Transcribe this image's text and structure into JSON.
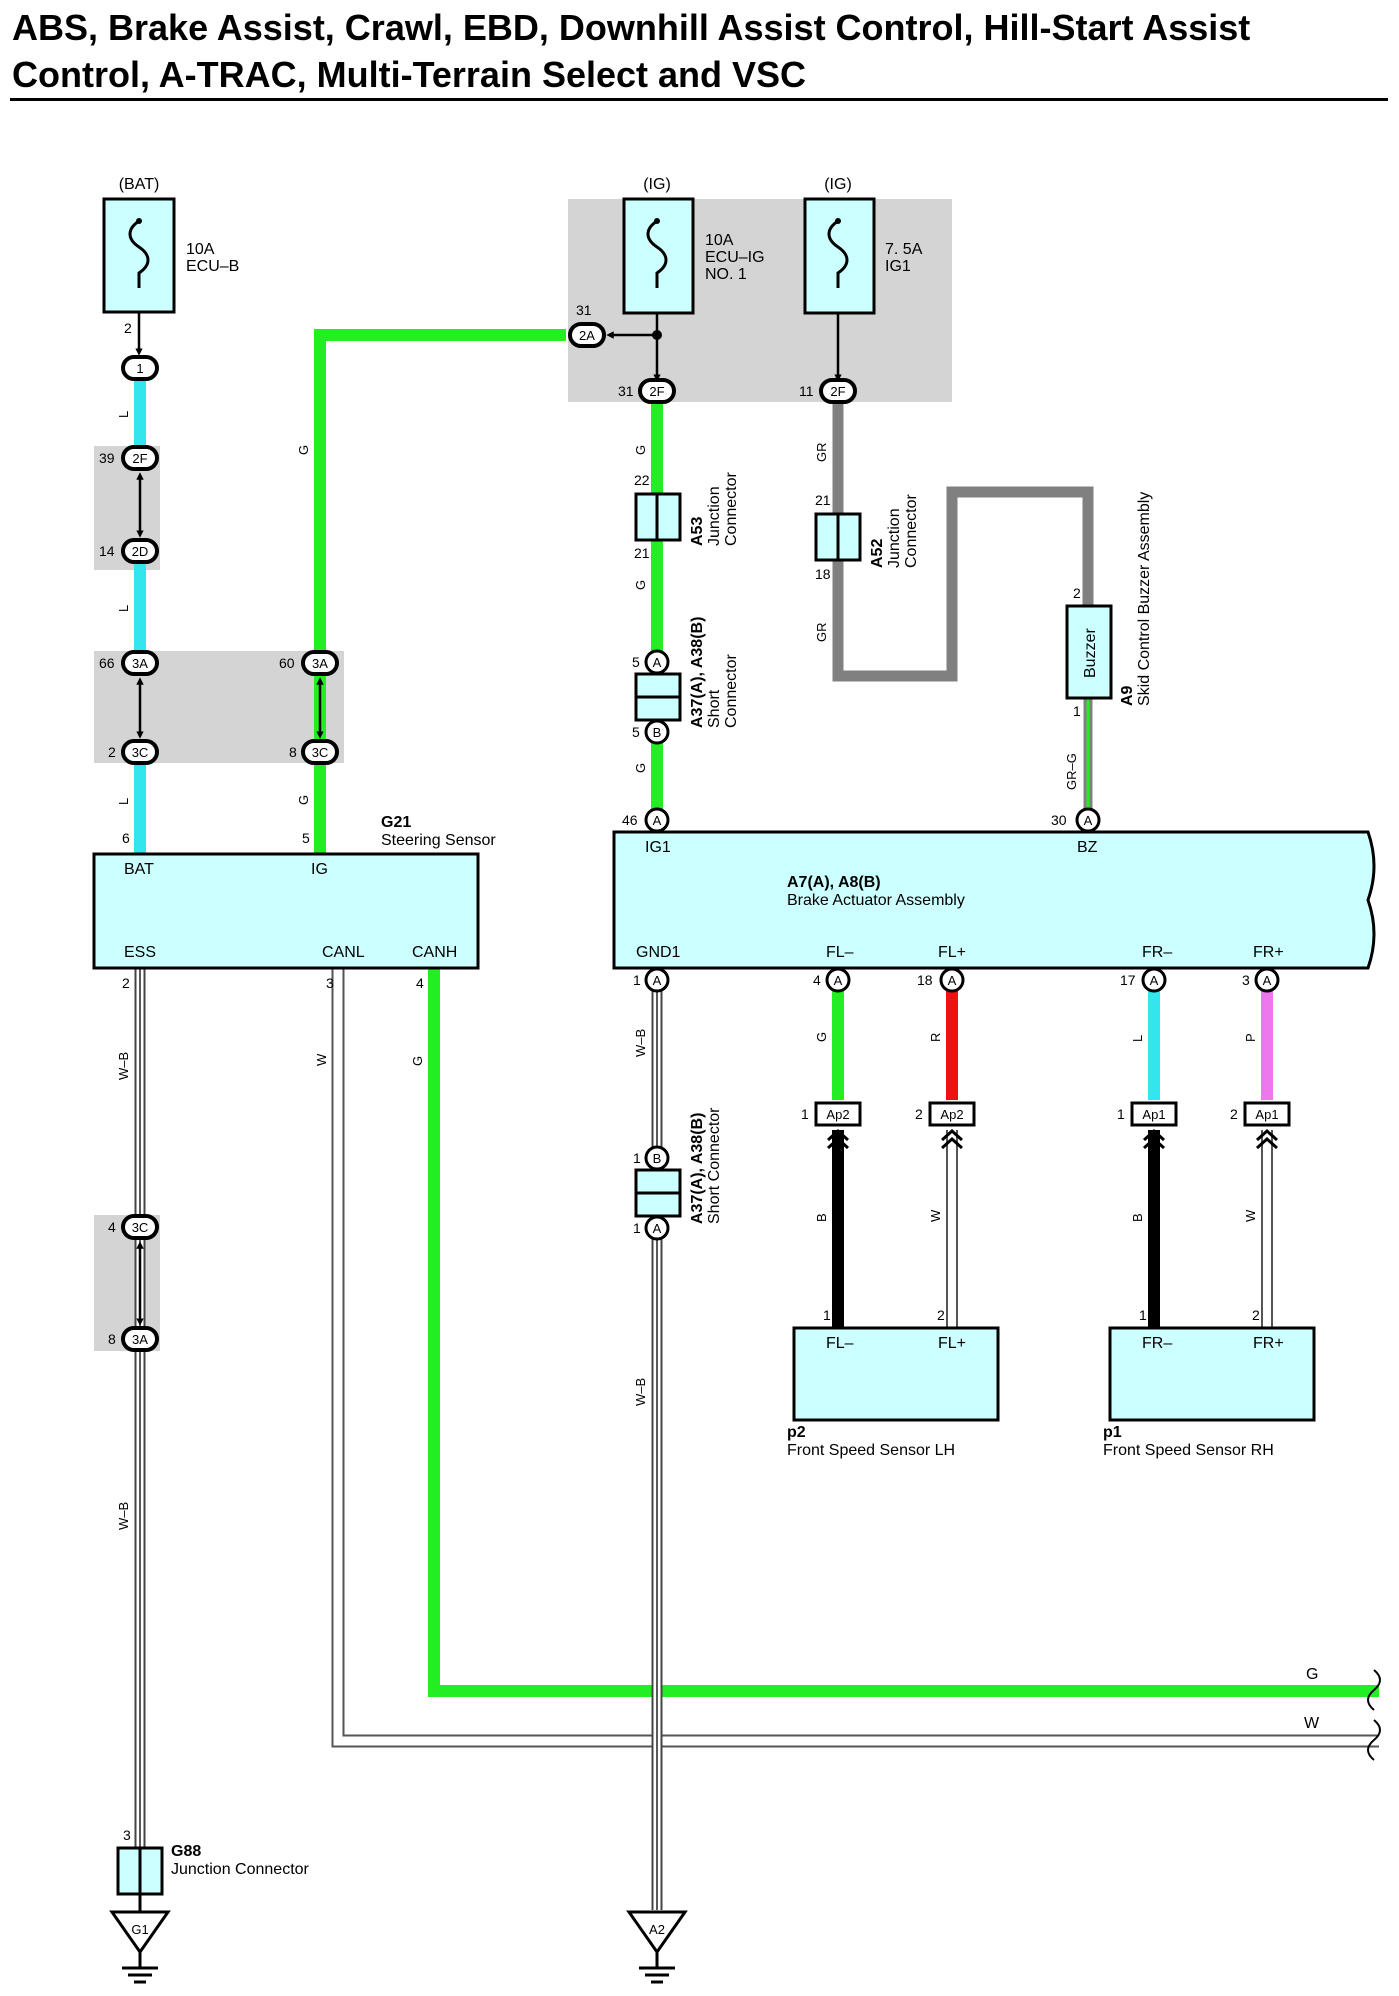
{
  "title": {
    "line1": "ABS, Brake Assist, Crawl, EBD, Downhill Assist Control, Hill-Start Assist",
    "line2": "Control, A-TRAC, Multi-Terrain Select and VSC"
  },
  "colors": {
    "component_fill": "#ccffff",
    "junction_block": "#d4d4d4",
    "wire_L": "#33e6ee",
    "wire_G": "#22ee22",
    "wire_GR": "#808080",
    "wire_R": "#ee1111",
    "wire_P": "#ee77ee",
    "wire_B": "#000000",
    "wire_W": "#ffffff",
    "wire_WB": "#ffffff"
  },
  "power_sources": {
    "bat": "(BAT)",
    "ig1": "(IG)",
    "ig2": "(IG)"
  },
  "fuses": {
    "ecu_b": {
      "rating": "10A",
      "name": "ECU–B"
    },
    "ecu_ig": {
      "rating": "10A",
      "name": "ECU–IG",
      "name2": "NO. 1"
    },
    "ig1": {
      "rating": "7. 5A",
      "name": "IG1"
    }
  },
  "connectors": {
    "c1": "1",
    "c2F": "2F",
    "c2D": "2D",
    "c3A": "3A",
    "c3C": "3C",
    "c2A": "2A",
    "cA": "A",
    "cB": "B",
    "ap1": "Ap1",
    "ap2": "Ap2",
    "g1": "G1",
    "a2": "A2"
  },
  "pins": {
    "p2": "2",
    "p39": "39",
    "p14": "14",
    "p66": "66",
    "p2b": "2",
    "p60": "60",
    "p8": "8",
    "p6": "6",
    "p5": "5",
    "p31a": "31",
    "p31b": "31",
    "p11": "11",
    "p22": "22",
    "p21": "21",
    "p21b": "21",
    "p18": "18",
    "p5a": "5",
    "p5b": "5",
    "p46": "46",
    "p2c": "2",
    "p1c": "1",
    "p30": "30",
    "ess": "2",
    "canl": "3",
    "canh": "4",
    "gnd1": "1",
    "flm": "4",
    "flp": "18",
    "frm": "17",
    "frp": "3",
    "ap2_1": "1",
    "ap2_2": "2",
    "ap1_1": "1",
    "ap1_2": "2",
    "p2_1": "1",
    "p2_2": "2",
    "p1_1": "1",
    "p1_2": "2",
    "sc_1": "1",
    "sc_1b": "1",
    "c4": "4",
    "c8": "8",
    "g88_3": "3"
  },
  "wire_labels": {
    "L": "L",
    "G": "G",
    "GR": "GR",
    "GRG": "GR–G",
    "WB": "W–B",
    "W": "W",
    "R": "R",
    "P": "P",
    "B": "B"
  },
  "components": {
    "g21": {
      "code": "G21",
      "name": "Steering Sensor",
      "bat": "BAT",
      "ig": "IG",
      "ess": "ESS",
      "canl": "CANL",
      "canh": "CANH"
    },
    "a7": {
      "code": "A7(A), A8(B)",
      "name": "Brake Actuator Assembly",
      "ig1": "IG1",
      "bz": "BZ",
      "gnd1": "GND1",
      "flm": "FL–",
      "flp": "FL+",
      "frm": "FR–",
      "frp": "FR+"
    },
    "a53": {
      "code": "A53",
      "name1": "Junction",
      "name2": "Connector"
    },
    "a52": {
      "code": "A52",
      "name1": "Junction",
      "name2": "Connector"
    },
    "a37_top": {
      "code": "A37(A), A38(B)",
      "name1": "Short",
      "name2": "Connector"
    },
    "a37_bottom": {
      "code": "A37(A), A38(B)",
      "name": "Short Connector"
    },
    "a9": {
      "code": "A9",
      "name": "Skid Control Buzzer Assembly",
      "inner": "Buzzer"
    },
    "p2": {
      "code": "p2",
      "name": "Front Speed Sensor LH",
      "t1": "FL–",
      "t2": "FL+"
    },
    "p1": {
      "code": "p1",
      "name": "Front Speed Sensor RH",
      "t1": "FR–",
      "t2": "FR+"
    },
    "g88": {
      "code": "G88",
      "name": "Junction Connector"
    }
  },
  "continuations": {
    "g": "G",
    "w": "W"
  }
}
